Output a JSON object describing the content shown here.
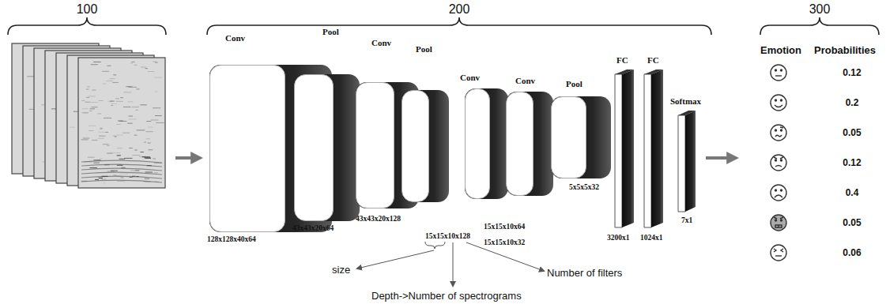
{
  "diagram": {
    "nodes": [
      {
        "text": [
          "Conv",
          "128x128x40x64"
        ]
      },
      {
        "text": [
          "Pool",
          "43x43x20x64"
        ]
      },
      {
        "text": [
          "Conv",
          "43x43x20x128"
        ]
      },
      {
        "text": [
          "Pool",
          "15x15x10x128"
        ]
      },
      {
        "text": [
          "Conv",
          "15x15x10x64"
        ]
      },
      {
        "text": [
          "Conv",
          "15x15x10x32"
        ]
      },
      {
        "text": [
          "Pool",
          "5x5x5x32"
        ]
      },
      {
        "text": [
          "FC",
          "3200x1"
        ]
      },
      {
        "text": [
          "FC",
          "1024x1"
        ]
      },
      {
        "text": [
          "Softmax",
          "7x1"
        ]
      }
    ],
    "labels": [
      "100",
      "200",
      "300",
      "size",
      "Number of filters",
      "Depth->Number of spectrograms",
      "Emotion",
      "Probabilities",
      "0.12",
      "0.2",
      "0.05",
      "0.12",
      "0.4",
      "0.05",
      "0.06"
    ]
  }
}
